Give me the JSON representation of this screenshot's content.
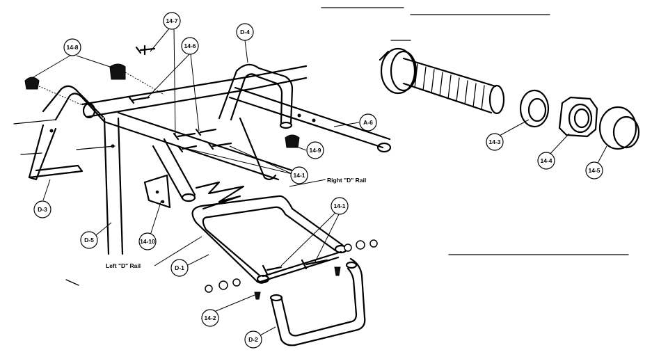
{
  "callouts": {
    "c14_8": "14-8",
    "c14_7": "14-7",
    "c14_6": "14-6",
    "cD4": "D-4",
    "cA6": "A-6",
    "c14_9": "14-9",
    "c14_1a": "14-1",
    "cD3": "D-3",
    "cD5": "D-5",
    "c14_10": "14-10",
    "cD1": "D-1",
    "c14_1b": "14-1",
    "c14_2": "14-2",
    "cD2": "D-2",
    "c14_3": "14-3",
    "c14_4": "14-4",
    "c14_5": "14-5"
  },
  "labels": {
    "right_rail": "Right \"D\" Rail",
    "left_rail": "Left \"D\" Rail"
  }
}
